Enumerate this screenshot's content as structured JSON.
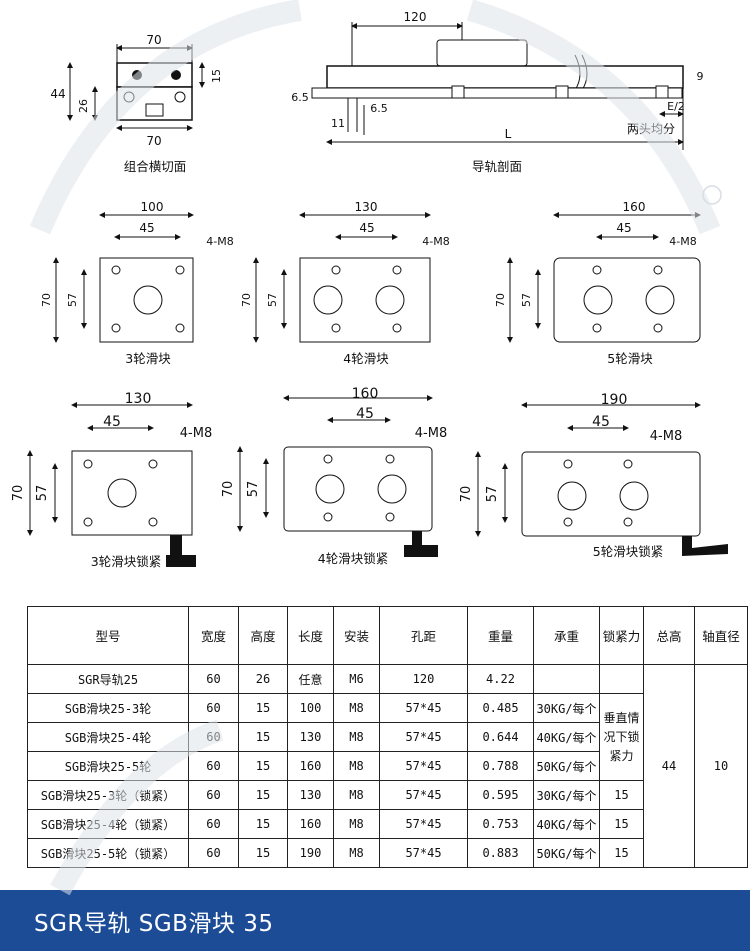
{
  "drawings": {
    "cross_section": {
      "caption": "组合横切面",
      "dim_top": "70",
      "dim_bottom": "70",
      "dim_height_total": "44",
      "dim_height_rail": "26",
      "dim_block_height": "15"
    },
    "rail_profile": {
      "caption": "导轨剖面",
      "dim_length_top": "120",
      "dim_left_offset": "6.5",
      "dim_hole_dia": "6.5",
      "dim_slot": "11",
      "dim_total_length": "L",
      "dim_right": "9",
      "dim_end": "E/2",
      "note": "两头均分"
    },
    "blocks": [
      {
        "caption": "3轮滑块",
        "width": "100",
        "hole_spacing": "45",
        "screw": "4-M8",
        "height": "70",
        "inner_height": "57"
      },
      {
        "caption": "4轮滑块",
        "width": "130",
        "hole_spacing": "45",
        "screw": "4-M8",
        "height": "70",
        "inner_height": "57"
      },
      {
        "caption": "5轮滑块",
        "width": "160",
        "hole_spacing": "45",
        "screw": "4-M8",
        "height": "70",
        "inner_height": "57"
      },
      {
        "caption": "3轮滑块锁紧",
        "width": "130",
        "hole_spacing": "45",
        "screw": "4-M8",
        "height": "70",
        "inner_height": "57"
      },
      {
        "caption": "4轮滑块锁紧",
        "width": "160",
        "hole_spacing": "45",
        "screw": "4-M8",
        "height": "70",
        "inner_height": "57"
      },
      {
        "caption": "5轮滑块锁紧",
        "width": "190",
        "hole_spacing": "45",
        "screw": "4-M8",
        "height": "70",
        "inner_height": "57"
      }
    ]
  },
  "table": {
    "headers": [
      "型号",
      "宽度",
      "高度",
      "长度",
      "安装",
      "孔距",
      "重量",
      "承重",
      "锁紧力",
      "总高",
      "轴直径"
    ],
    "rows": [
      [
        "SGR导轨25",
        "60",
        "26",
        "任意",
        "M6",
        "120",
        "4.22",
        ""
      ],
      [
        "SGB滑块25-3轮",
        "60",
        "15",
        "100",
        "M8",
        "57*45",
        "0.485",
        "30KG/每个"
      ],
      [
        "SGB滑块25-4轮",
        "60",
        "15",
        "130",
        "M8",
        "57*45",
        "0.644",
        "40KG/每个"
      ],
      [
        "SGB滑块25-5轮",
        "60",
        "15",
        "160",
        "M8",
        "57*45",
        "0.788",
        "50KG/每个"
      ],
      [
        "SGB滑块25-3轮（锁紧）",
        "60",
        "15",
        "130",
        "M8",
        "57*45",
        "0.595",
        "30KG/每个"
      ],
      [
        "SGB滑块25-4轮（锁紧）",
        "60",
        "15",
        "160",
        "M8",
        "57*45",
        "0.753",
        "40KG/每个"
      ],
      [
        "SGB滑块25-5轮（锁紧）",
        "60",
        "15",
        "190",
        "M8",
        "57*45",
        "0.883",
        "50KG/每个"
      ]
    ],
    "lock_force_note": "垂直情况下锁紧力",
    "lock_force_values": [
      "15",
      "15",
      "15"
    ],
    "total_height": "44",
    "shaft_diameter": "10"
  },
  "footer": {
    "title": "SGR导轨 SGB滑块 35",
    "background": "#1d4c97"
  }
}
